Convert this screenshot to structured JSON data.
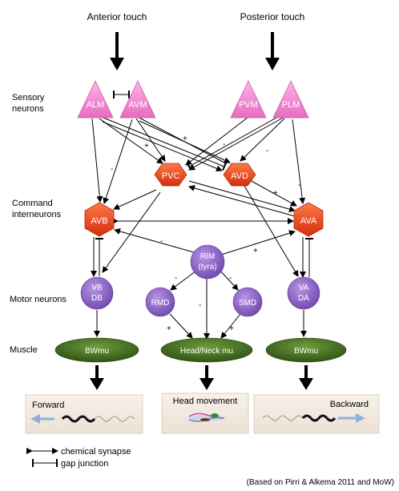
{
  "inputs": {
    "anterior": "Anterior touch",
    "posterior": "Posterior touch"
  },
  "row_labels": {
    "sensory_1": "Sensory",
    "sensory_2": "neurons",
    "command_1": "Command",
    "command_2": "interneurons",
    "motor": "Motor neurons",
    "muscle": "Muscle"
  },
  "neurons": {
    "alm": "ALM",
    "avm": "AVM",
    "pvm": "PVM",
    "plm": "PLM",
    "pvc": "PVC",
    "avd": "AVD",
    "avb": "AVB",
    "ava": "AVA",
    "rim_1": "RIM",
    "rim_2": "(tyra)",
    "rmd": "RMD",
    "smd": "SMD",
    "vb_1": "VB",
    "vb_2": "DB",
    "va_1": "VA",
    "va_2": "DA"
  },
  "muscles": {
    "bwmu_left": "BWmu",
    "head": "Head/Neck mu",
    "bwmu_right": "BWmu"
  },
  "behaviors": {
    "forward": "Forward",
    "head": "Head movement",
    "backward": "Backward"
  },
  "signs": {
    "plus": "+",
    "minus": "-"
  },
  "legend": {
    "chemical": "chemical synapse",
    "gap": "gap junction"
  },
  "citation": "(Based on Pirri & Alkema 2011 and MoW)",
  "colors": {
    "sensory": "#f08ad0",
    "command": "#e8401c",
    "motor": "#8a60c0",
    "muscle": "#3f6a1c",
    "behavior_box": "#f2e9df"
  }
}
